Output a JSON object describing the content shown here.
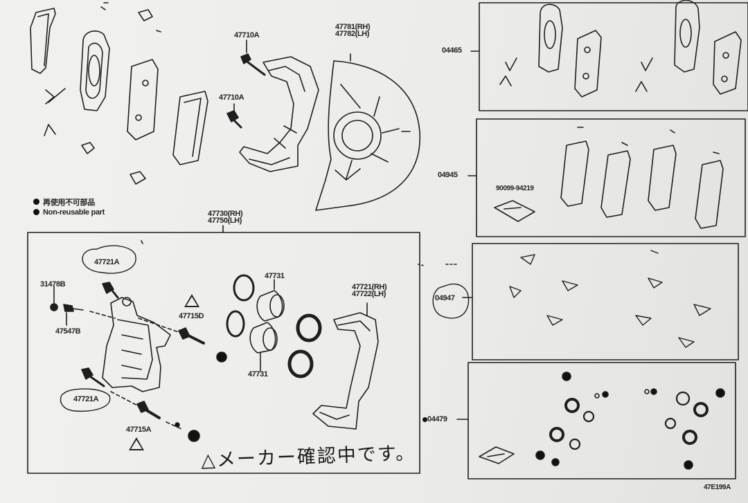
{
  "labels": {
    "p47710a_top": "47710A",
    "p47710a_mid": "47710A",
    "p47781": "47781(RH)",
    "p47782": "47782(LH)",
    "p04465": "04465",
    "p04945": "04945",
    "p90099": "90099-94219",
    "p47730": "47730(RH)",
    "p47750": "47750(LH)",
    "p47721a_top": "47721A",
    "p31478b": "31478B",
    "p47547b": "47547B",
    "p47721a_bot": "47721A",
    "p47715d": "47715D",
    "p47715a": "47715A",
    "p47731_top": "47731",
    "p47731_bot": "47731",
    "p47721": "47721(RH)",
    "p47722": "47722(LH)",
    "p04947": "04947",
    "p04479": "04479",
    "diagram_code": "47E199A"
  },
  "legend": {
    "japanese": "再使用不可部品",
    "english": "Non-reusable part"
  },
  "handwritten_note": "△メーカー確認中です。"
}
